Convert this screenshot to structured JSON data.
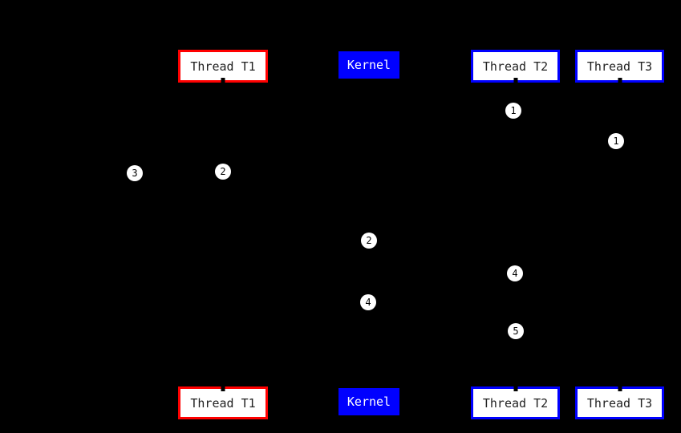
{
  "diagram": {
    "background": "#000000",
    "colors": {
      "thread_t1_border": "#ff0000",
      "thread_t2_t3_border": "#0000ff",
      "kernel_fill": "#0000ff",
      "participant_box_fill": "#ffffff",
      "participant_text": "#222222",
      "kernel_text": "#ffffff",
      "marker_fill": "#ffffff",
      "marker_text": "#000000"
    },
    "participants": [
      {
        "id": "thread-t1",
        "label": "Thread T1",
        "style": "red-outline"
      },
      {
        "id": "kernel",
        "label": "Kernel",
        "style": "blue-filled"
      },
      {
        "id": "thread-t2",
        "label": "Thread T2",
        "style": "blue-outline"
      },
      {
        "id": "thread-t3",
        "label": "Thread T3",
        "style": "blue-outline"
      }
    ],
    "rows": [
      "top",
      "bottom"
    ],
    "markers": [
      {
        "label": "1",
        "near_lifeline": "thread-t2"
      },
      {
        "label": "1",
        "near_lifeline": "thread-t3"
      },
      {
        "label": "3",
        "near_lifeline": "left-of-thread-t1"
      },
      {
        "label": "2",
        "near_lifeline": "thread-t1"
      },
      {
        "label": "2",
        "near_lifeline": "kernel"
      },
      {
        "label": "4",
        "near_lifeline": "thread-t2"
      },
      {
        "label": "4",
        "near_lifeline": "kernel"
      },
      {
        "label": "5",
        "near_lifeline": "thread-t2"
      }
    ]
  }
}
